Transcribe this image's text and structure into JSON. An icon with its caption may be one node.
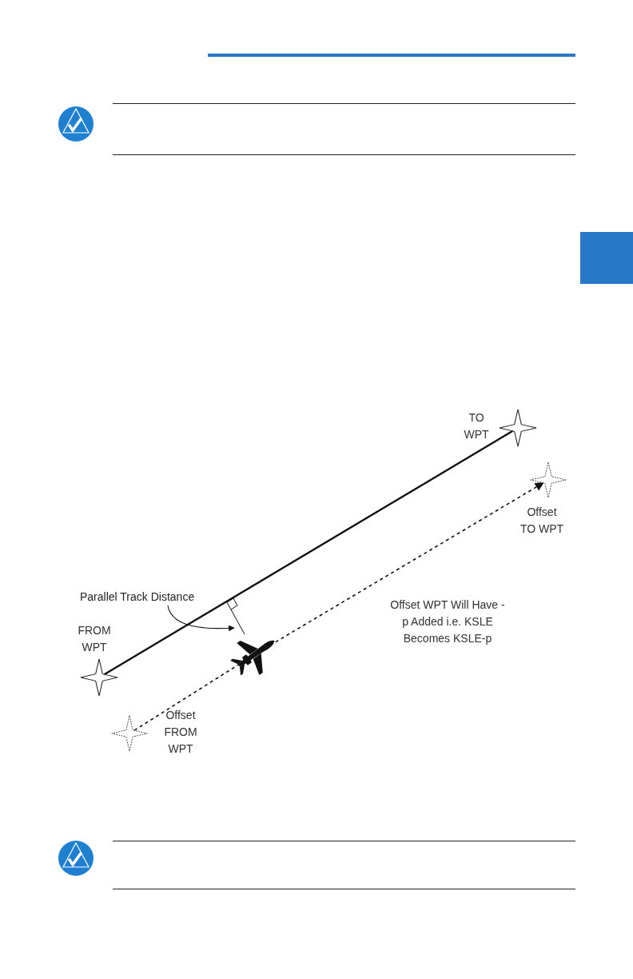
{
  "diagram": {
    "nodes": [
      {
        "text": [],
        "shape": "star",
        "beside": [
          "TO WPT"
        ]
      },
      {
        "text": [],
        "shape": "star",
        "beside": [
          "Offset TO WPT"
        ]
      },
      {
        "text": [],
        "shape": "star",
        "beside": [
          "FROM WPT"
        ]
      },
      {
        "text": [],
        "shape": "star",
        "beside": [
          "Offset FROM WPT"
        ]
      },
      {
        "text": [],
        "shape": "airplane"
      },
      {
        "text": [
          "Parallel Track Distance"
        ]
      }
    ],
    "edges": [
      {
        "from": 2,
        "to": 0,
        "arrow": "none"
      },
      {
        "from": 3,
        "to": 4,
        "arrow": "none",
        "style": "dashed"
      },
      {
        "from": 4,
        "to": 1,
        "arrow": "to",
        "style": "dashed"
      },
      {
        "from": 5,
        "to": null,
        "arrow": "to"
      }
    ],
    "labels": [
      "Offset WPT Will Have -p Added i.e. KSLE Becomes KSLE-p"
    ]
  }
}
